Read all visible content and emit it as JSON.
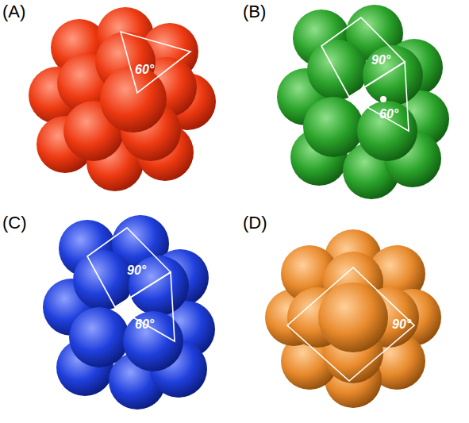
{
  "diagram": {
    "labels": [
      "(A)",
      "60°",
      "(B)",
      "90°",
      "60°",
      "(C)",
      "90°",
      "60°",
      "(D)",
      "90°"
    ]
  }
}
